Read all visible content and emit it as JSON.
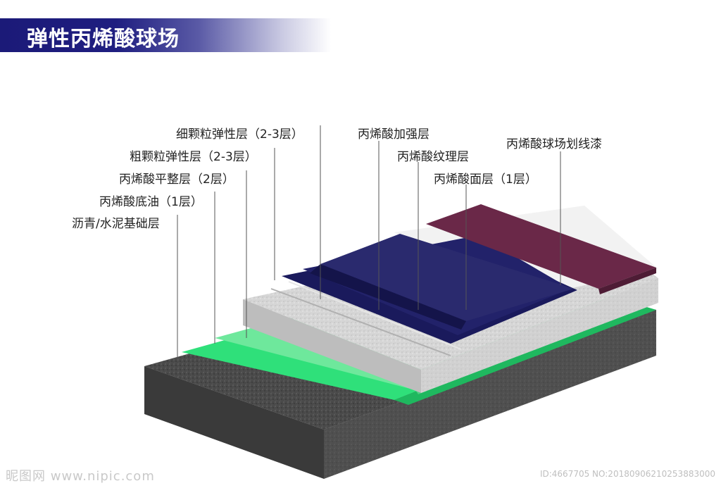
{
  "title": "弹性丙烯酸球场",
  "labels": {
    "l1": "细颗粒弹性层（2-3层）",
    "l2": "粗颗粒弹性层（2-3层）",
    "l3": "丙烯酸平整层（2层）",
    "l4": "丙烯酸底油（1层）",
    "l5": "沥青/水泥基础层",
    "r1": "丙烯酸加强层",
    "r2": "丙烯酸纹理层",
    "r3": "丙烯酸面层（1层）",
    "r4": "丙烯酸球场划线漆"
  },
  "watermark": {
    "left": "昵图网 www.nipic.com",
    "right": "ID:4667705 NO:20180906210253883000"
  },
  "colors": {
    "title_banner": "#1b1a78",
    "base": "#4a4a4a",
    "primer": "#2fe07a",
    "leveling": "#6ee89c",
    "elastic": "#d4d4d4",
    "reinforce": "#1a1a5c",
    "surface": "#28285e",
    "line_paint": "#f2f2f2",
    "court_red": "#6a2848"
  }
}
